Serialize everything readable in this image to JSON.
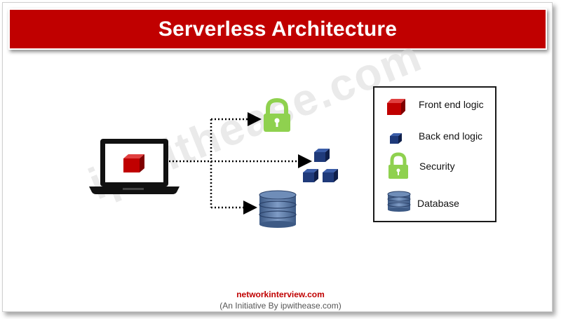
{
  "title": "Serverless Architecture",
  "watermark": "ipwithease.com",
  "legend": {
    "items": [
      {
        "label": "Front end logic",
        "icon": "red-cube-icon"
      },
      {
        "label": "Back end logic",
        "icon": "blue-cube-icon"
      },
      {
        "label": "Security",
        "icon": "green-padlock-icon"
      },
      {
        "label": "Database",
        "icon": "database-icon"
      }
    ]
  },
  "footer": {
    "site": "networkinterview.com",
    "tagline": "(An Initiative By ipwithease.com)"
  },
  "colors": {
    "title_bg": "#c00000",
    "front_end": "#c00000",
    "back_end": "#1f3a7a",
    "security": "#8fd14f",
    "database": "#4f6d99"
  }
}
